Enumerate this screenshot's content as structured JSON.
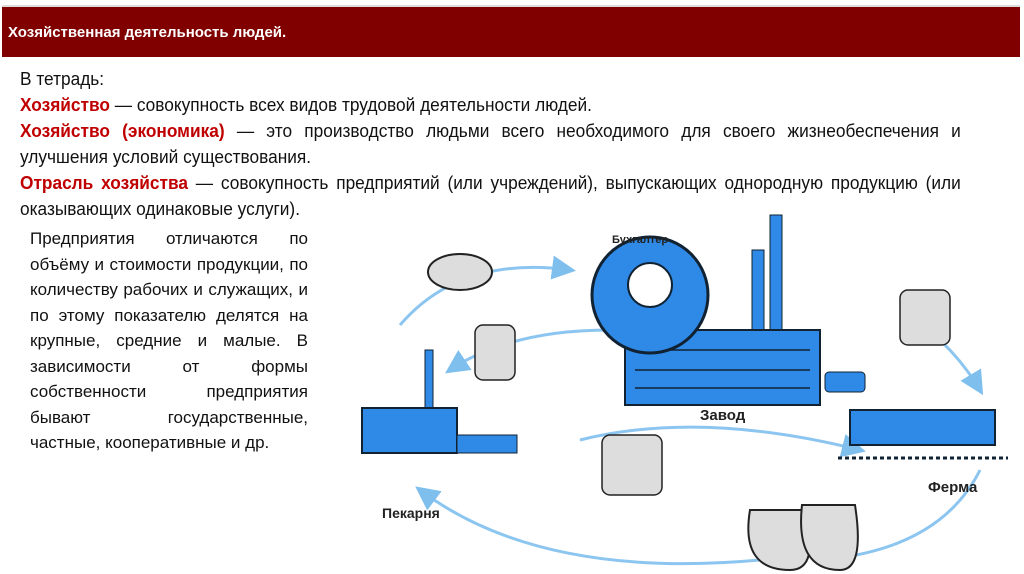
{
  "header": {
    "title": "Хозяйственная деятельность людей."
  },
  "definitions": {
    "intro": "В тетрадь:",
    "d1_term": "Хозяйство",
    "d1_text": " — совокупность всех видов трудовой деятельности людей.",
    "d2_term": "Хозяйство (экономика)",
    "d2_text": " — это производство людьми всего необходимого для своего жизнеобеспечения и улучшения условий существования.",
    "d3_term": "Отрасль хозяйства",
    "d3_text": " — совокупность предприятий (или учреждений), выпускающих однородную продукцию (или оказывающих одинаковые услуги)."
  },
  "paragraph": "Предприятия отличаются по объёму и стоимости продукции, по количеству рабочих и служащих, и по этому показателю делятся на крупные, средние и малые. В зависимости от формы собственности предприятия бывают государственные, частные, кооперативные и др.",
  "illustration": {
    "accountant": "Бухгалтер",
    "factory": "Завод",
    "bakery": "Пекарня",
    "farm": "Ферма"
  },
  "colors": {
    "header": "#800000",
    "accent": "#c00000",
    "blue": "#2e8ae6"
  }
}
